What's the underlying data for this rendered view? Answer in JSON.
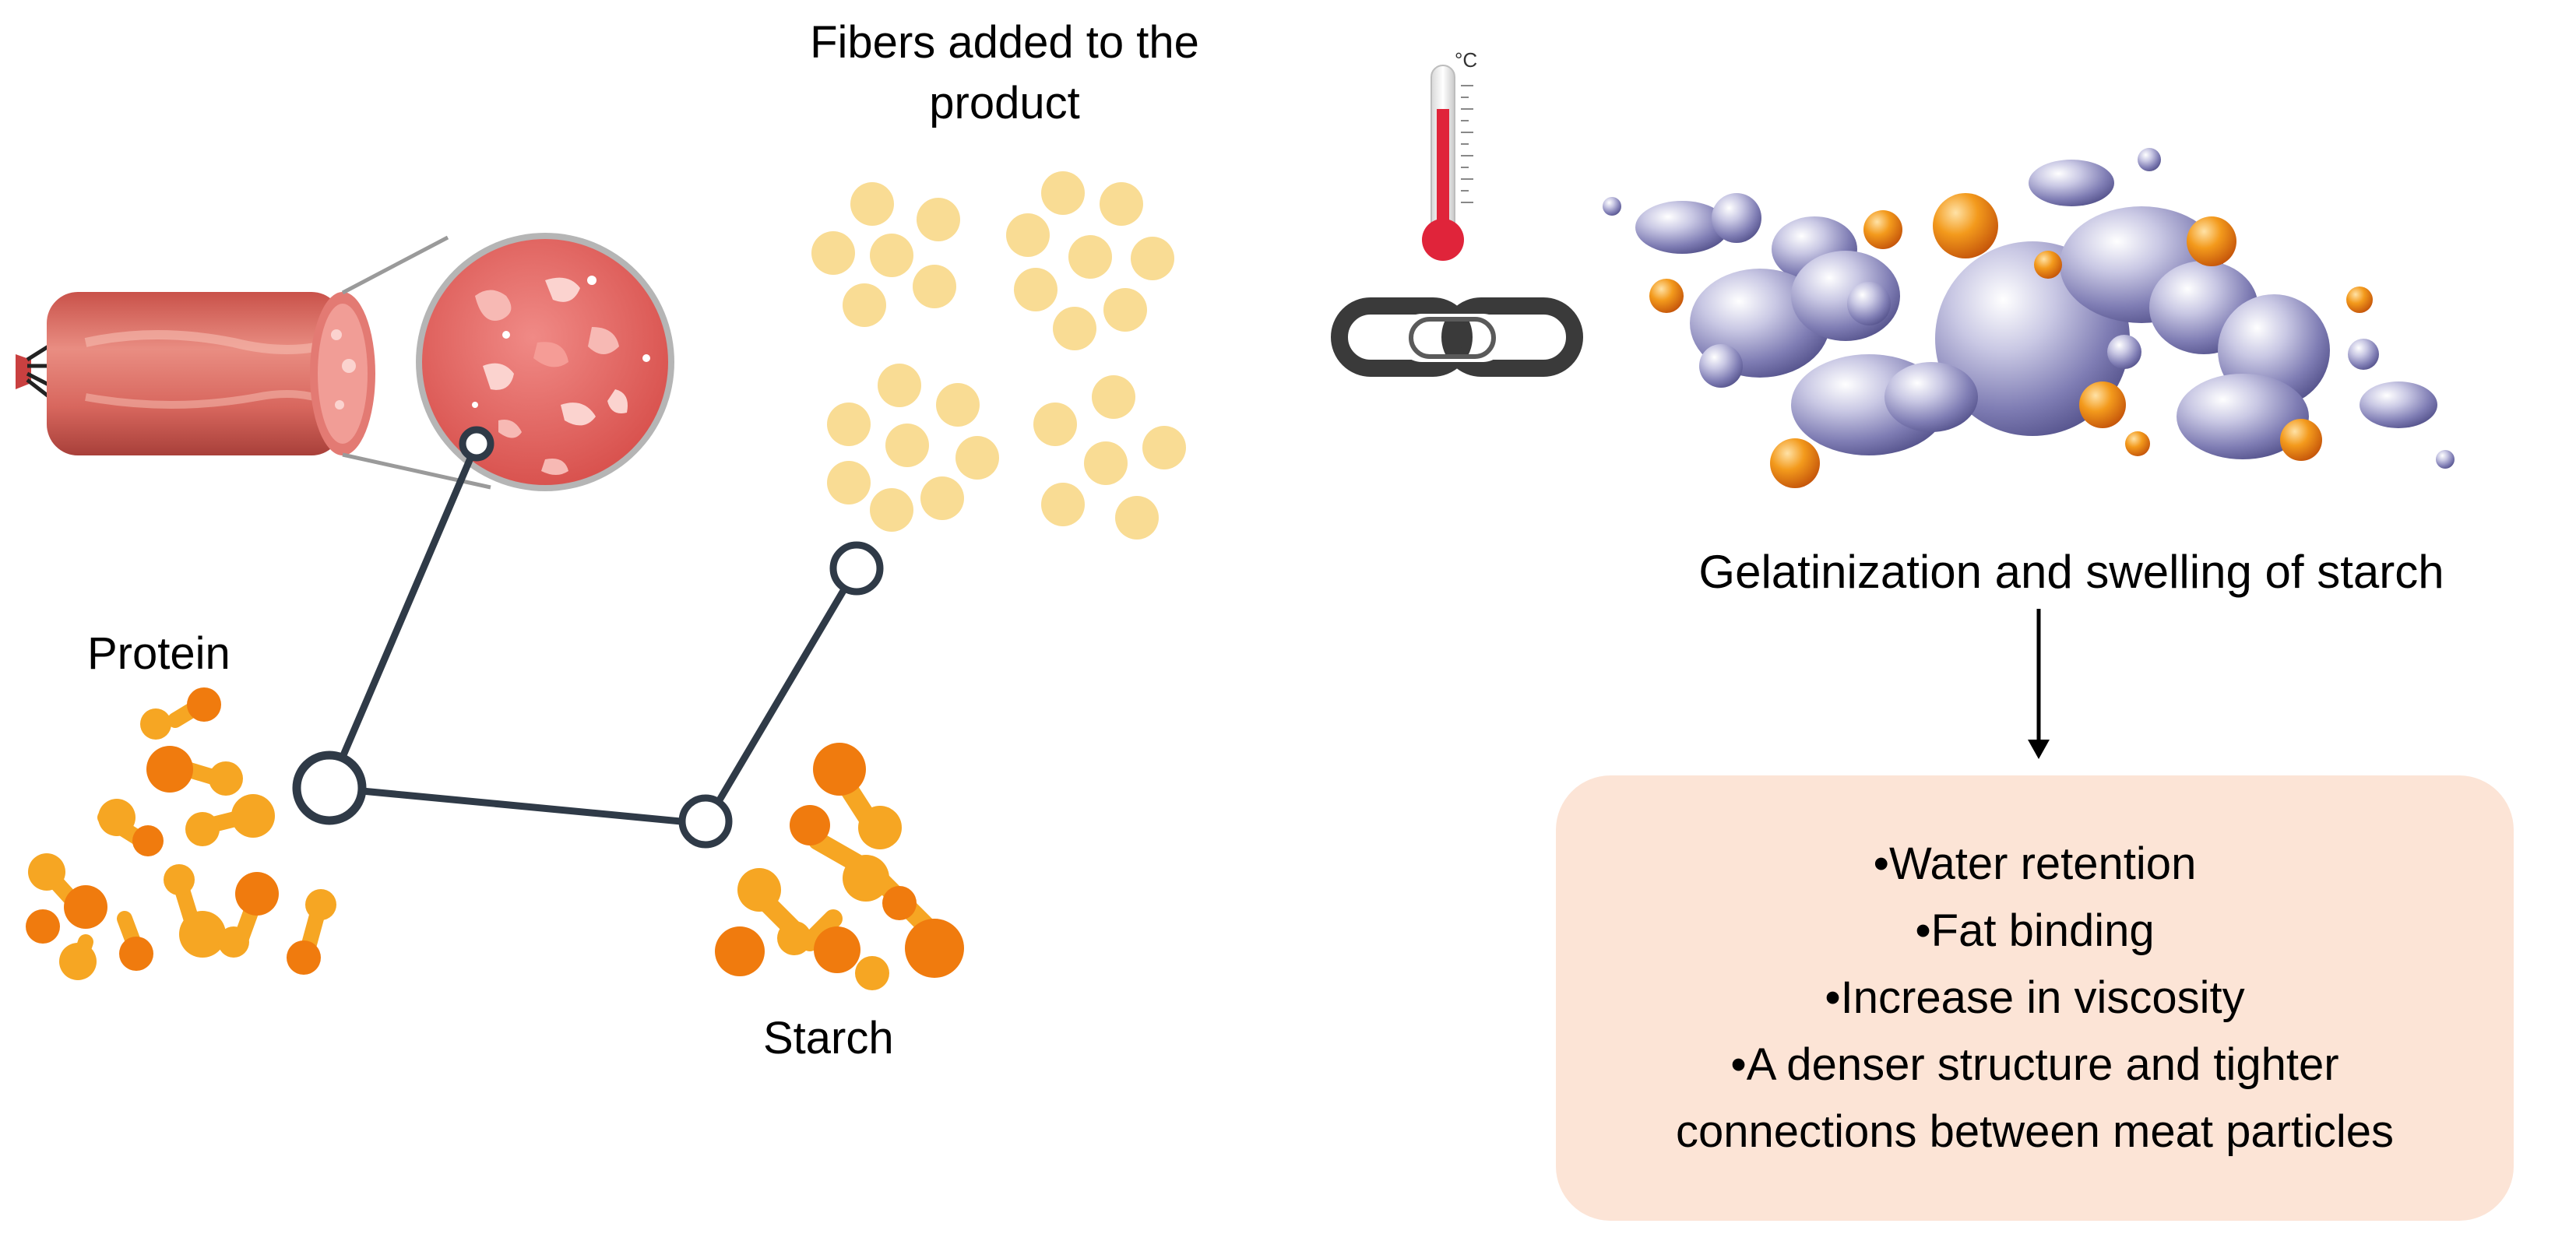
{
  "labels": {
    "fibers": "Fibers added to the product",
    "protein": "Protein",
    "starch": "Starch",
    "gelatinization": "Gelatinization and swelling of starch",
    "thermometer_unit": "°C"
  },
  "effects": [
    "•Water retention",
    "•Fat binding",
    "•Increase in viscosity",
    "•A denser structure and tighter connections between meat particles"
  ],
  "icons": [
    "sausage-icon",
    "magnifier-circle-icon",
    "thermometer-icon",
    "chain-link-icon",
    "starch-granules-icon",
    "protein-molecules-icon",
    "starch-molecules-icon",
    "fiber-dots-icon"
  ],
  "colors": {
    "connector": "#2f3a47",
    "fiber": "#f9dc94",
    "protein_dark": "#f07b0e",
    "protein_light": "#f6a623",
    "box": "#fce4d6",
    "meat": "#e0625c",
    "starch_bubble": "#9a98c4"
  }
}
